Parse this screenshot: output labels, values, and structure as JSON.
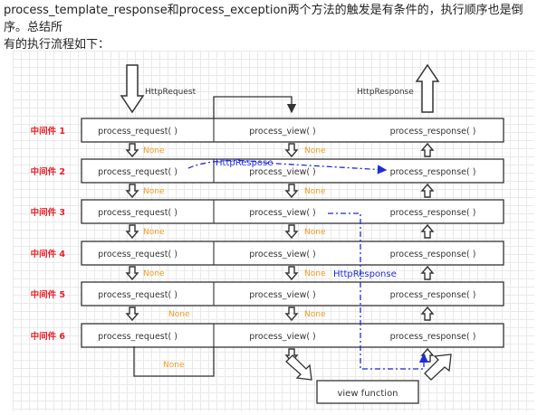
{
  "intro": {
    "line1": "process_template_response和process_exception两个方法的触发是有条件的，执行顺序也是倒序。总结所",
    "line2": "有的执行流程如下："
  },
  "diagram": {
    "http_request_label": "HttpRequest",
    "http_response_label": "HttpResponse",
    "view_function_label": "view function",
    "none_label": "None",
    "shortcut_label_1": "HttpRespose",
    "shortcut_label_2": "HttpResponse",
    "middlewares": [
      {
        "name": "中间件 1",
        "request": "process_request( )",
        "view": "process_view( )",
        "response": "process_response( )"
      },
      {
        "name": "中间件 2",
        "request": "process_request( )",
        "view": "process_view( )",
        "response": "process_response( )"
      },
      {
        "name": "中间件 3",
        "request": "process_request( )",
        "view": "process_view( )",
        "response": "process_response( )"
      },
      {
        "name": "中间件 4",
        "request": "process_request( )",
        "view": "process_view( )",
        "response": "process_response( )"
      },
      {
        "name": "中间件 5",
        "request": "process_request( )",
        "view": "process_view( )",
        "response": "process_response( )"
      },
      {
        "name": "中间件 6",
        "request": "process_request( )",
        "view": "process_view( )",
        "response": "process_response( )"
      }
    ],
    "colors": {
      "middleware_label": "#e8202a",
      "none_label": "#f39a1e",
      "shortcut_arrow": "#1f2bd6",
      "box_border": "#333333",
      "text": "#333333"
    }
  }
}
